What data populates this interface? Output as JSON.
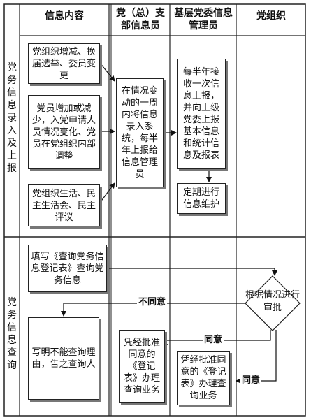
{
  "headers": {
    "col1": "信息内容",
    "col2": "党（总）支部信息员",
    "col3": "基层党委信息管理员",
    "col4": "党组织"
  },
  "sections": {
    "report": "党务信息录入及上报",
    "query": "党务信息查询"
  },
  "boxes": {
    "org_change": "党组织增减、换届选举、委员变更",
    "member_change": "党员增加或减少，入党申请人员情况变化、党员在党组织内部调整",
    "org_life": "党组织生活、民主生活会、民主评议",
    "branch_entry": "在情况变动的一周内将信息录入系统，每半年上报给信息管理员",
    "committee_report": "每半年接收一次信息上报，并向上级党委上报基本信息和统计信息及报表",
    "maintain": "定期进行信息维护",
    "fill_form": "填写《查询党务信息登记表》查询党务信息",
    "decision": "根据情况进行审批",
    "deny_note": "写明不能查询理由，告之查询人",
    "branch_query": "凭经批准同意的《登记表》办理查询业务",
    "committee_query": "凭经批准同意的《登记表》办理查询业务"
  },
  "edge_labels": {
    "disagree": "不同意",
    "agree1": "同意",
    "agree2": "同意"
  }
}
